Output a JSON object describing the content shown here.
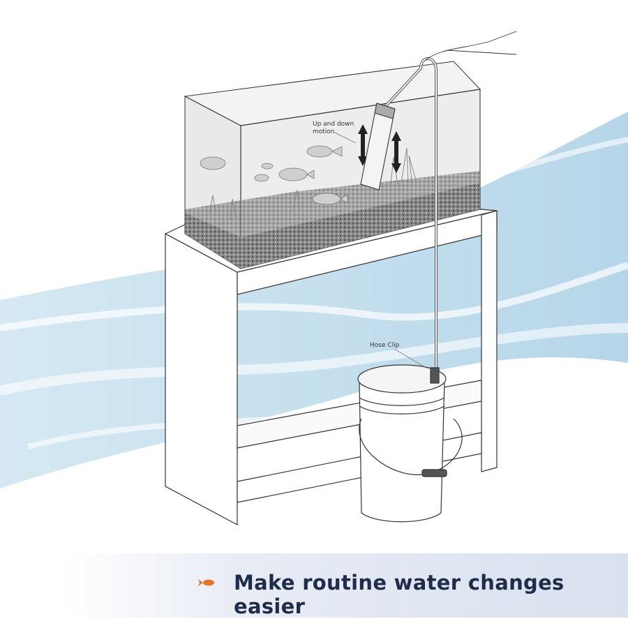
{
  "labels": {
    "motion": "Up and down motion",
    "hose_clip": "Hose Clip"
  },
  "banner": {
    "caption": "Make routine water changes easier",
    "icon": "fish-icon",
    "icon_color": "#e8742c",
    "text_color": "#1f2d4a"
  },
  "colors": {
    "water_wave": "#bcdcec",
    "outline": "#333333",
    "gravel": "#6e6e6e"
  }
}
